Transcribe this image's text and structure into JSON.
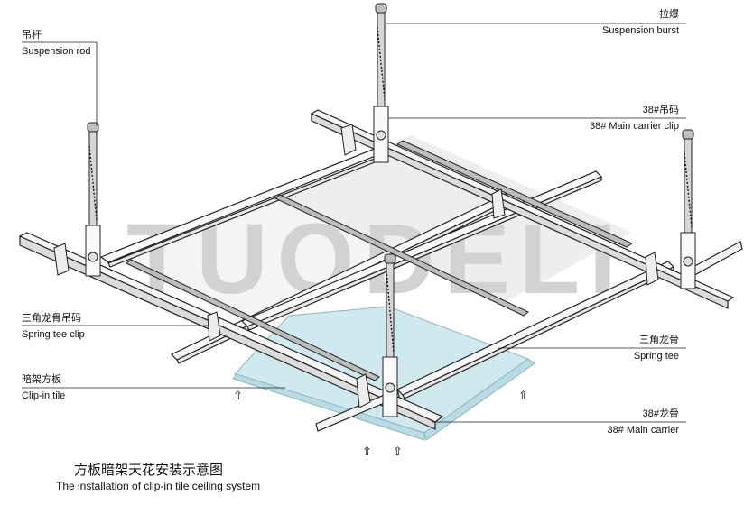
{
  "watermark": "TUODELI",
  "labels": {
    "suspension_rod": {
      "cn": "吊杆",
      "en": "Suspension rod"
    },
    "suspension_burst": {
      "cn": "拉爆",
      "en": "Suspension burst"
    },
    "carrier_clip": {
      "cn": "38#吊码",
      "en": "38# Main carrier clip"
    },
    "tee_clip": {
      "cn": "三角龙骨吊码",
      "en": "Spring tee clip"
    },
    "spring_tee": {
      "cn": "三角龙骨",
      "en": "Spring tee"
    },
    "clip_tile": {
      "cn": "暗架方板",
      "en": "Clip-in tile"
    },
    "main_carrier": {
      "cn": "38#龙骨",
      "en": "38#  Main carrier"
    }
  },
  "caption": {
    "cn": "方板暗架天花安装示意图",
    "en": "The installation of clip-in tile ceiling system"
  },
  "colors": {
    "tile": "#cfe9ef",
    "panel": "#efefef",
    "line": "#222222",
    "watermark": "#d4d4d4"
  },
  "icons": [
    "arrow-up-outline-icon"
  ]
}
